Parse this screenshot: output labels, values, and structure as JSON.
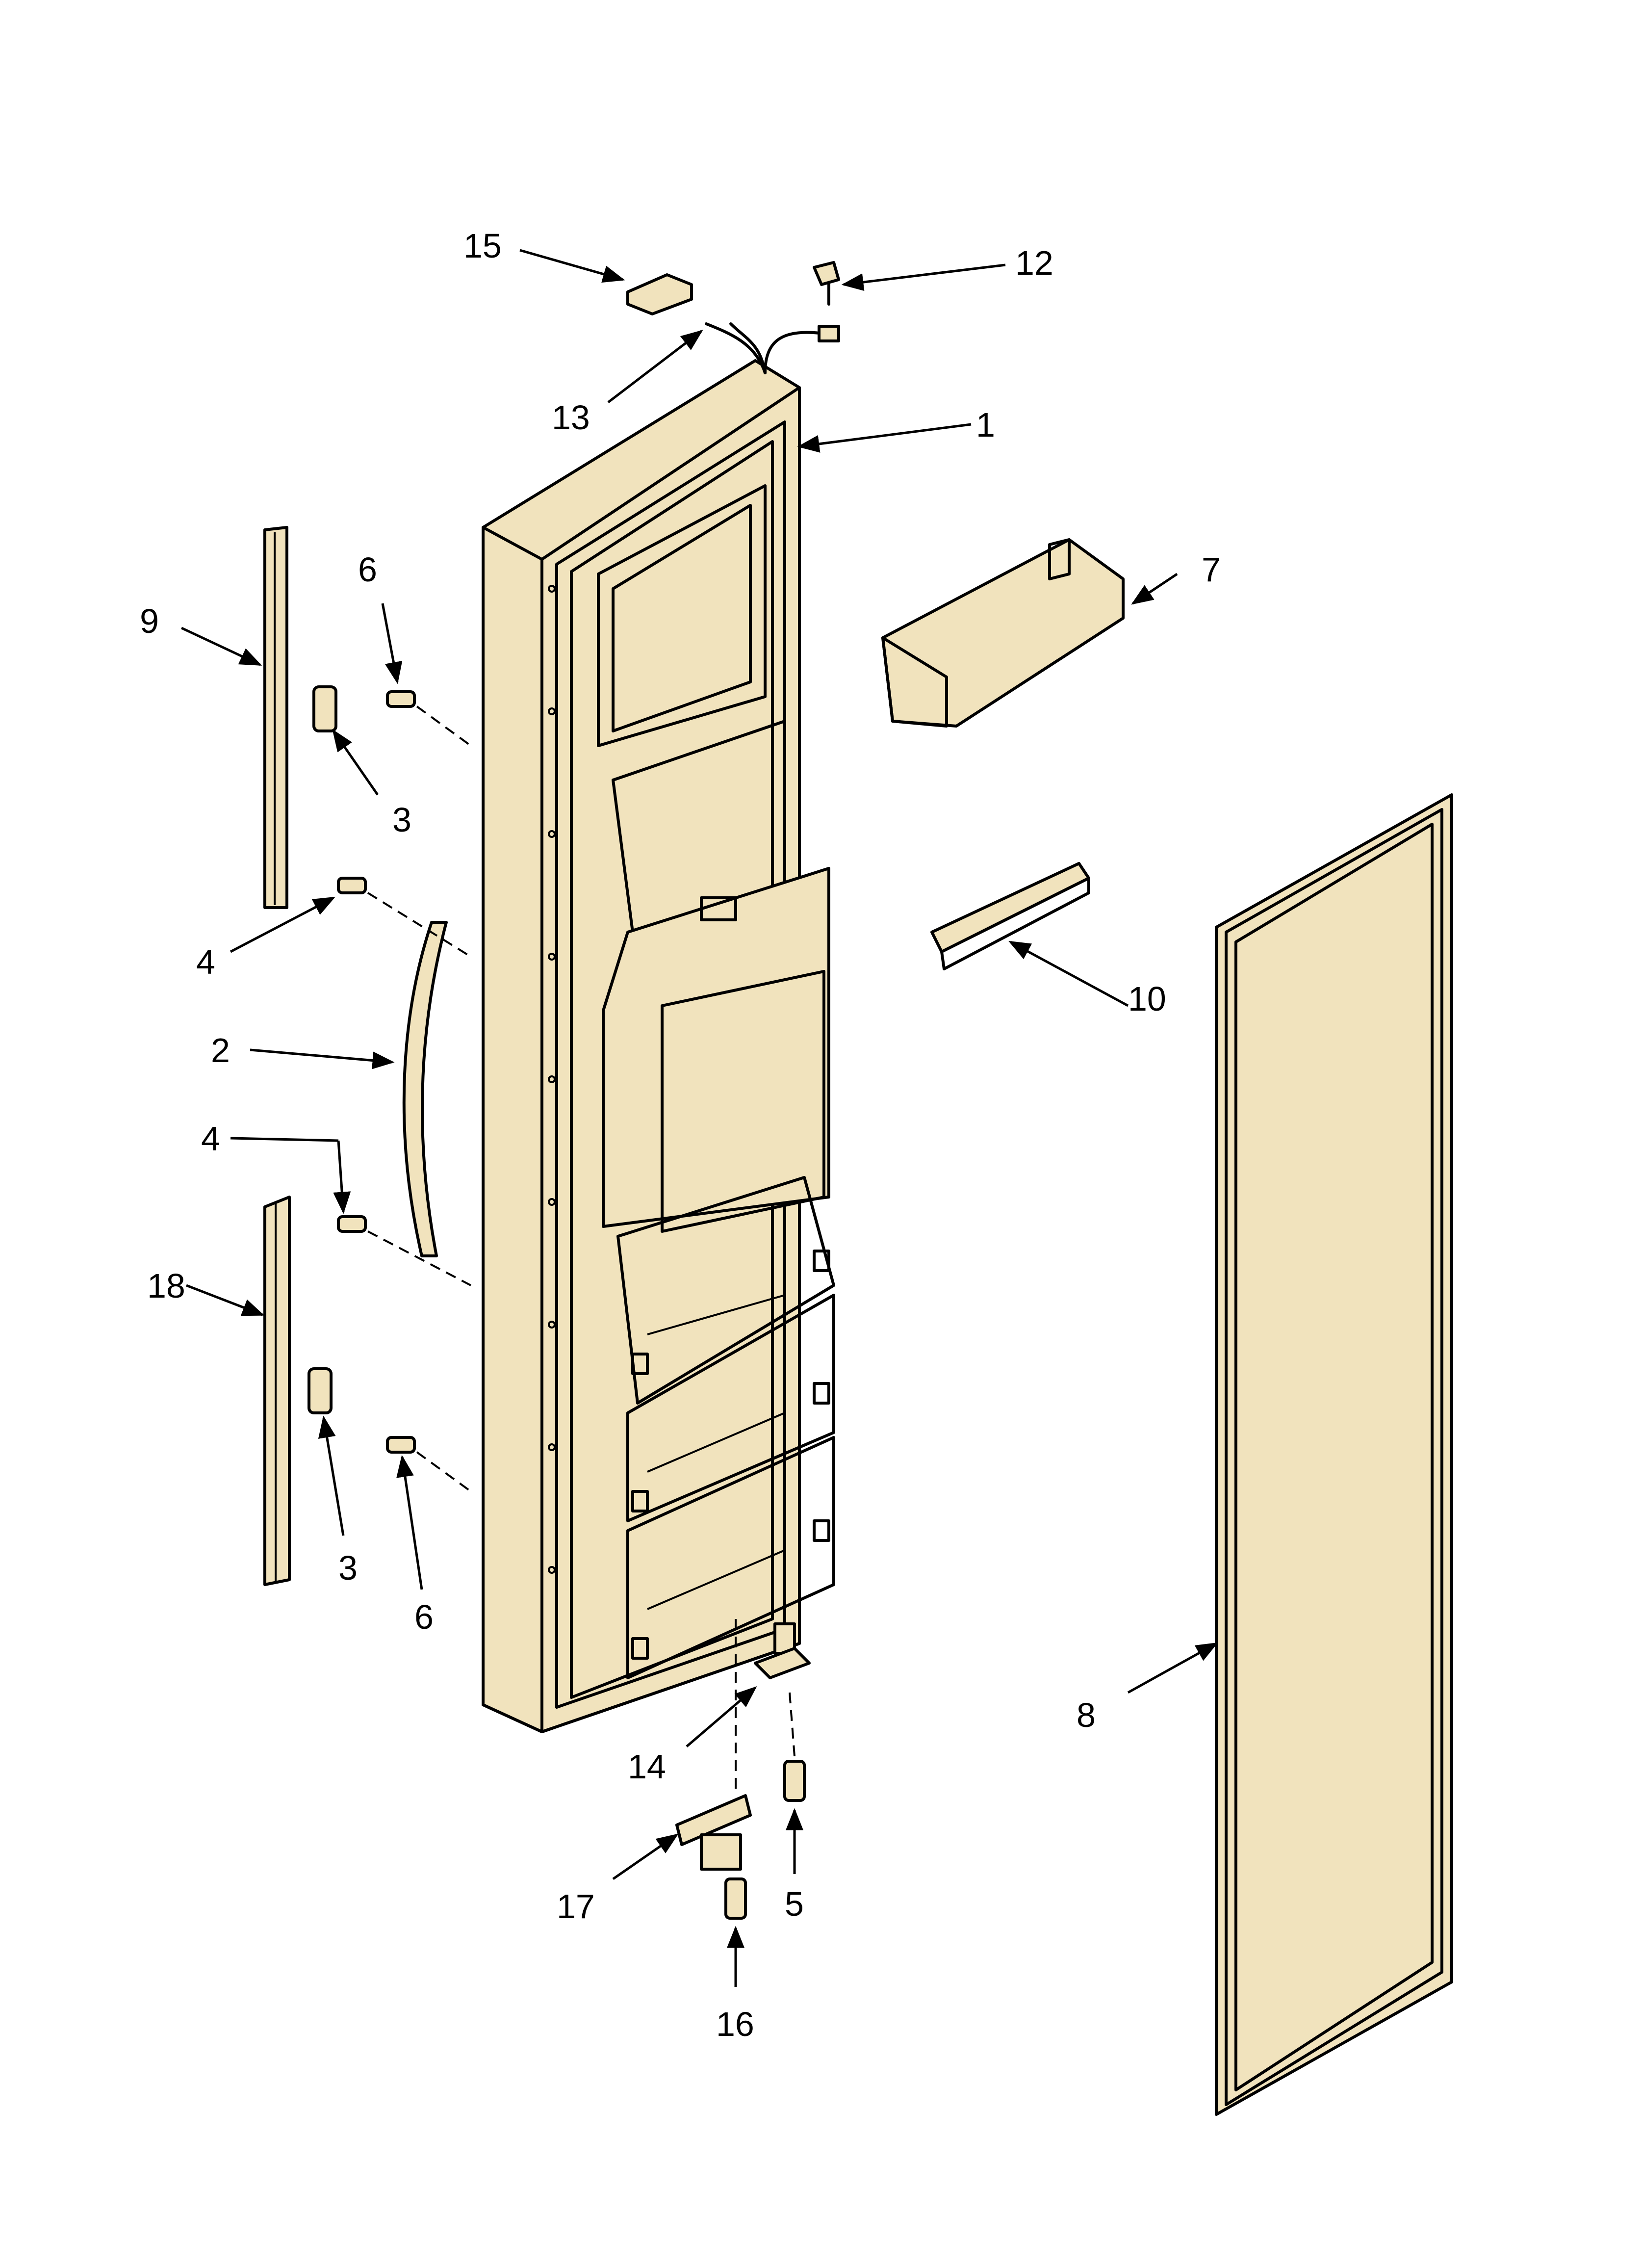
{
  "callouts": {
    "c1": "1",
    "c2": "2",
    "c3a": "3",
    "c3b": "3",
    "c4a": "4",
    "c4b": "4",
    "c5": "5",
    "c6a": "6",
    "c6b": "6",
    "c7": "7",
    "c8": "8",
    "c9": "9",
    "c10": "10",
    "c12": "12",
    "c13": "13",
    "c14": "14",
    "c15": "15",
    "c16": "16",
    "c17": "17",
    "c18": "18"
  },
  "colors": {
    "part_fill": "#f1e3bd",
    "line": "#000000",
    "background": "#ffffff"
  }
}
